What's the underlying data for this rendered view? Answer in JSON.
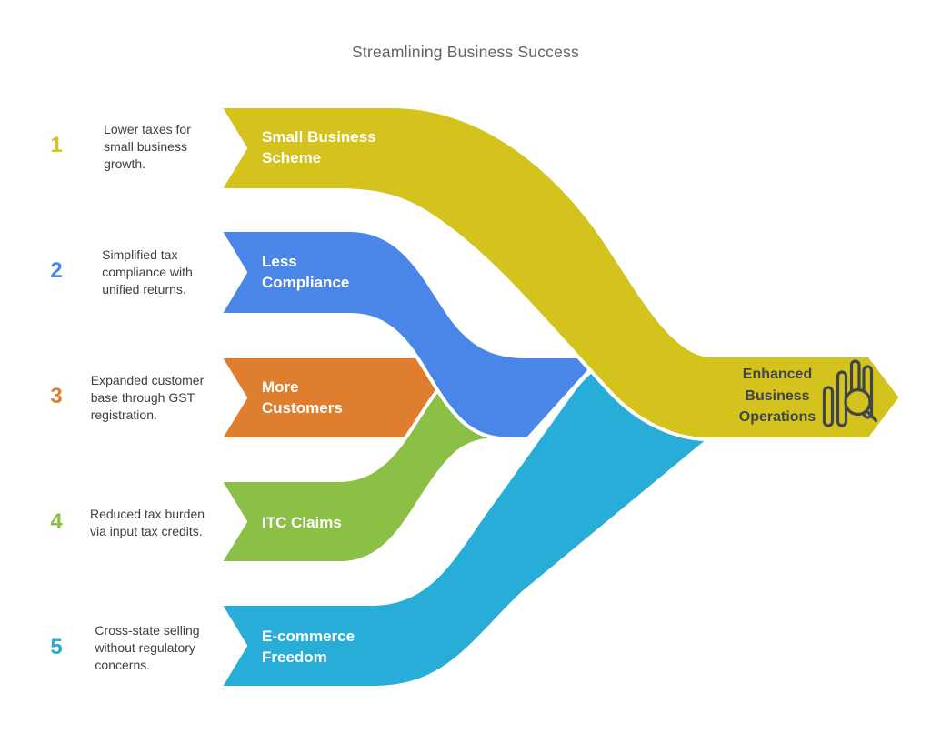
{
  "title": "Streamlining Business Success",
  "items": [
    {
      "number": "1",
      "description": "Lower taxes for\nsmall business\ngrowth.",
      "label": "Small Business\nScheme",
      "color": "#d5c31d"
    },
    {
      "number": "2",
      "description": "Simplified tax\ncompliance with\nunified returns.",
      "label": "Less\nCompliance",
      "color": "#4a86e8"
    },
    {
      "number": "3",
      "description": "Expanded customer\nbase through GST\nregistration.",
      "label": "More\nCustomers",
      "color": "#e07e2f"
    },
    {
      "number": "4",
      "description": "Reduced tax burden\nvia input tax credits.",
      "label": "ITC Claims",
      "color": "#8cbf45"
    },
    {
      "number": "5",
      "description": "Cross-state selling\nwithout regulatory\nconcerns.",
      "label": "E-commerce\nFreedom",
      "color": "#28acd8"
    }
  ],
  "result": {
    "label": "Enhanced\nBusiness\nOperations",
    "icon": "bar-chart-magnifier-icon",
    "color": "#d5c31d",
    "text_color": "#3e454b"
  }
}
